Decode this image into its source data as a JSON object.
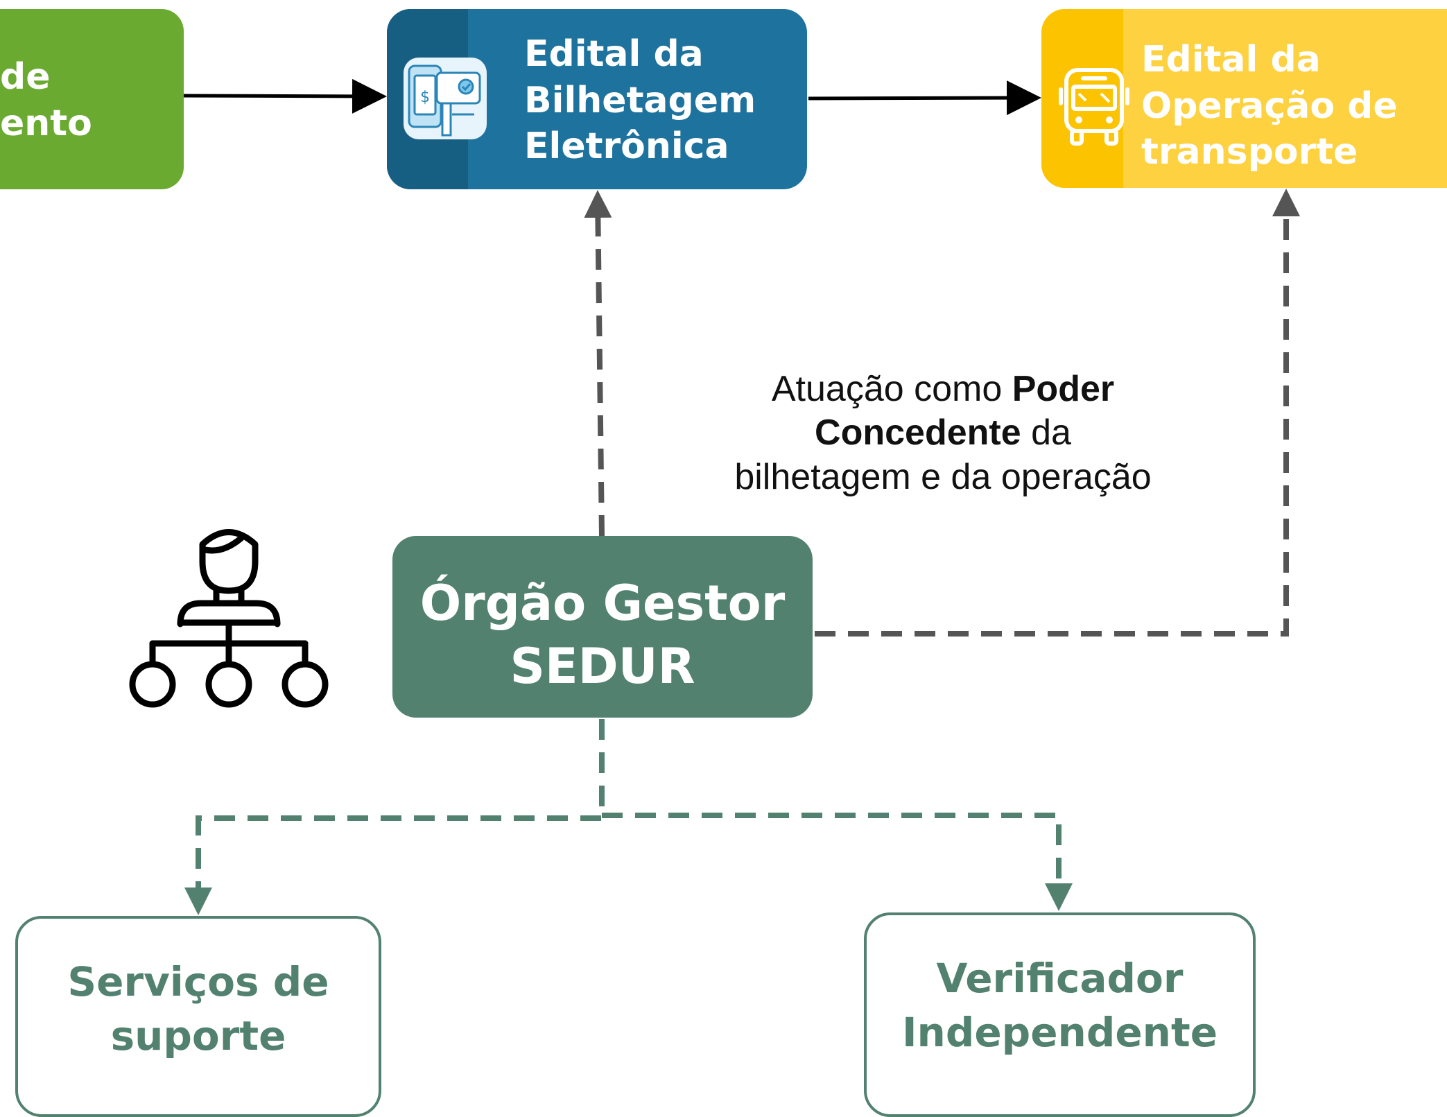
{
  "boxes": {
    "green": {
      "line1": "de",
      "line2": "ento"
    },
    "blue": {
      "line1": "Edital da",
      "line2": "Bilhetagem",
      "line3": "Eletrônica"
    },
    "yellow": {
      "line1": "Edital da",
      "line2": "Operação de",
      "line3": "transporte"
    },
    "sedur": {
      "line1": "Órgão Gestor",
      "line2": "SEDUR"
    },
    "suporte": {
      "line1": "Serviços de",
      "line2": "suporte"
    },
    "verificador": {
      "line1": "Verificador",
      "line2": "Independente"
    }
  },
  "annotation": {
    "part1": "Atuação como ",
    "part2_bold": "Poder",
    "part3_bold": "Concedente",
    "part4": " da",
    "part5": "bilhetagem e da operação"
  },
  "colors": {
    "green": "#6aaa31",
    "blue": "#1e739e",
    "yellow": "#fdd13f",
    "sedur": "#528170",
    "dash_gray": "#555555"
  },
  "icons": [
    "ticket-phone-icon",
    "bus-icon",
    "org-hierarchy-icon"
  ]
}
